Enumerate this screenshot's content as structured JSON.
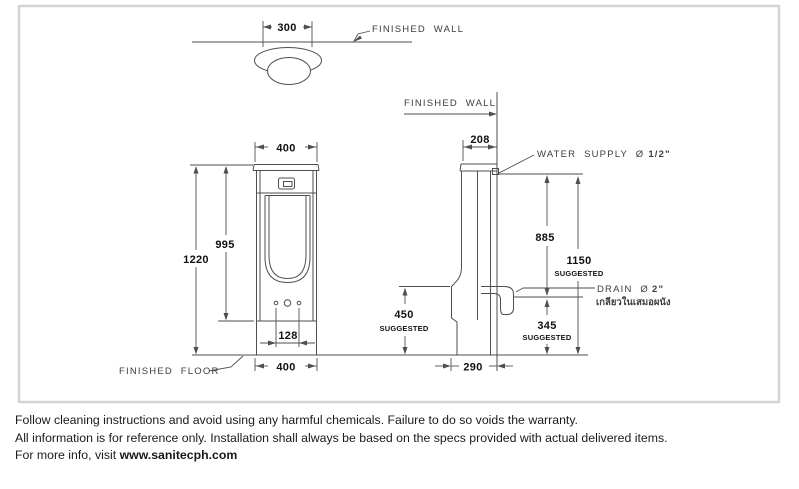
{
  "colors": {
    "line": "#4f4f4f",
    "dim_text": "#111111",
    "label_text": "#3d3d3d",
    "border": "#d4d4d4",
    "background": "#ffffff",
    "footer_text": "#1a1a1a"
  },
  "top_view": {
    "dim_width": "300",
    "finished_wall": "FINISHED WALL"
  },
  "front_view": {
    "dim_width_top": "400",
    "dim_height_bowl": "995",
    "dim_height_total": "1220",
    "dim_holes": "128",
    "dim_width_bottom": "400",
    "finished_floor": "FINISHED FLOOR"
  },
  "side_view": {
    "finished_wall": "FINISHED WALL",
    "dim_depth_top": "208",
    "water_supply_label": "WATER SUPPLY Ø",
    "water_supply_size": "1/2\"",
    "dim_supply_height": "885",
    "dim_supply_floor": "1150",
    "suggested": "SUGGESTED",
    "drain_label": "DRAIN Ø",
    "drain_size": "2\"",
    "drain_note_thai": "เกลียวในเสมอผนัง",
    "dim_rim_height": "450",
    "dim_drain_height": "345",
    "dim_depth_bottom": "290"
  },
  "footer": {
    "line1": "Follow cleaning instructions and avoid using any harmful chemicals. Failure to do so voids the warranty.",
    "line2": "All information is for reference only. Installation shall always be based on the specs provided with actual delivered items.",
    "line3_prefix": "For more info, visit ",
    "website": "www.sanitecph.com"
  }
}
